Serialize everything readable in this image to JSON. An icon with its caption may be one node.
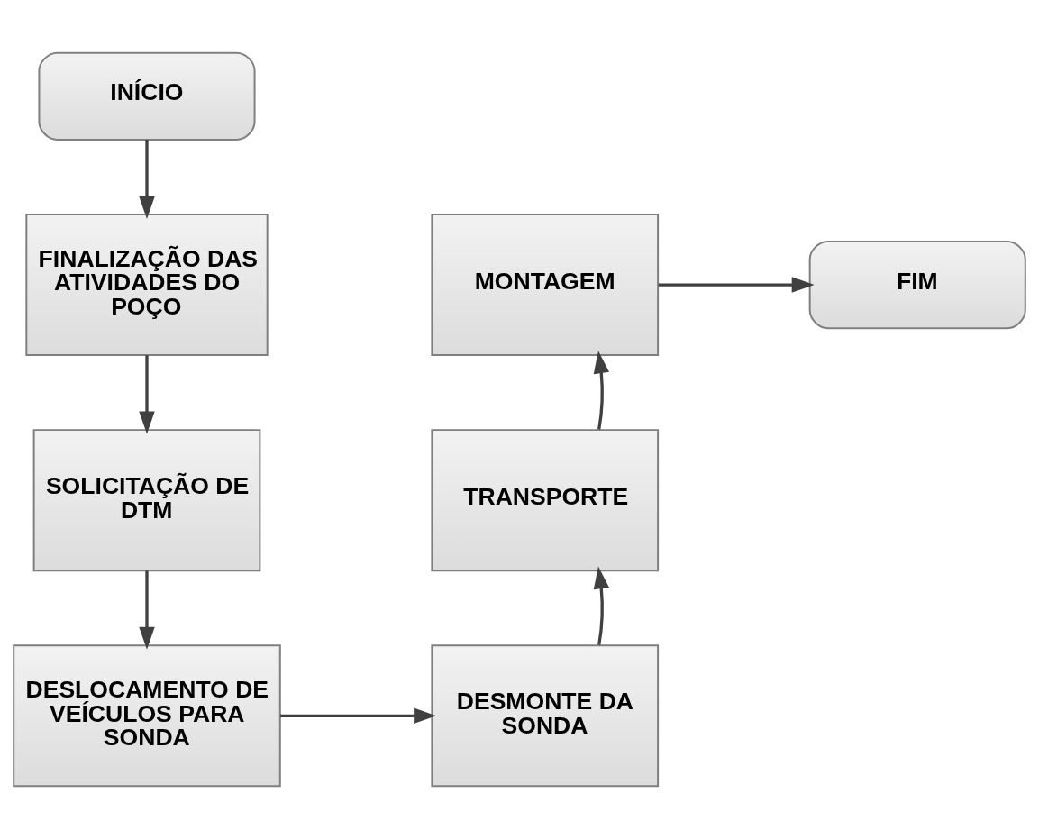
{
  "diagram": {
    "nodes": [
      {
        "text": [
          "INÍCIO"
        ]
      },
      {
        "text": [
          "FINALIZAÇÃO DAS ATIVIDADES DO POÇO"
        ]
      },
      {
        "text": [
          "SOLICITAÇÃO DE DTM"
        ]
      },
      {
        "text": [
          "DESLOCAMENTO DE VEÍCULOS PARA SONDA"
        ]
      },
      {
        "text": [
          "DESMONTE DA SONDA"
        ]
      },
      {
        "text": [
          "TRANSPORTE"
        ]
      },
      {
        "text": [
          "MONTAGEM"
        ]
      },
      {
        "text": [
          "FIM"
        ]
      }
    ],
    "edges": [
      {
        "from": 0,
        "to": 1,
        "arrow": "to"
      },
      {
        "from": 1,
        "to": 2,
        "arrow": "to"
      },
      {
        "from": 2,
        "to": 3,
        "arrow": "to"
      },
      {
        "from": 3,
        "to": 4,
        "arrow": "to"
      },
      {
        "from": 4,
        "to": 5,
        "arrow": "to"
      },
      {
        "from": 5,
        "to": 6,
        "arrow": "to"
      },
      {
        "from": 6,
        "to": 7,
        "arrow": "to"
      }
    ]
  }
}
